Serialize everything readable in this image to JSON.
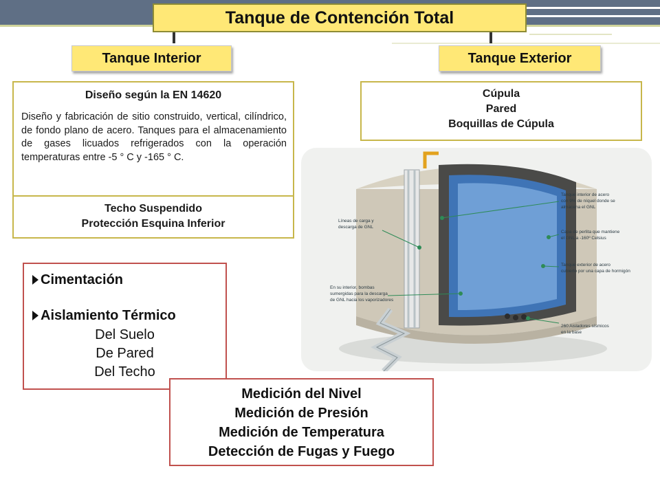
{
  "title": "Tanque de Contención Total",
  "inner": {
    "header": "Tanque Interior",
    "design_title": "Diseño según la EN 14620",
    "design_text": "Diseño y fabricación de sitio construido, vertical, cilíndrico, de fondo plano de acero. Tanques para el almacenamiento de gases licuados refrigerados con la operación temperaturas entre -5 ° C y -165 ° C.",
    "features": [
      "Techo Suspendido",
      "Protección Esquina Inferior"
    ]
  },
  "outer": {
    "header": "Tanque Exterior",
    "parts": [
      "Cúpula",
      "Pared",
      "Boquillas de Cúpula"
    ]
  },
  "foundation": {
    "bullets": [
      "Cimentación",
      "Aislamiento Térmico"
    ],
    "insulation_items": [
      "Del Suelo",
      "De Pared",
      "Del Techo"
    ]
  },
  "measurements": [
    "Medición del Nivel",
    "Medición de Presión",
    "Medición de Temperatura",
    "Detección de Fugas y Fuego"
  ],
  "illustration": {
    "labels": {
      "inner_steel_1": "Tanque interior de acero",
      "inner_steel_2": "con 9% de níquel donde se",
      "inner_steel_3": "almacena el GNL",
      "perlite_1": "Capa de perlita que mantiene",
      "perlite_2": "el GNL a -160º Celsius",
      "outer_steel_1": "Tanque exterior de acero",
      "outer_steel_2": "cubierto por una capa de hormigón",
      "lines_1": "Líneas de carga y",
      "lines_2": "descarga de GNL",
      "pumps_1": "En su interior, bombas",
      "pumps_2": "sumergidas para la descarga",
      "pumps_3": "de GNL hacia los vaporizadores",
      "isolators_1": "260 Aisladores sísmicos",
      "isolators_2": "en la base"
    }
  },
  "colors": {
    "header_fill": "#ffe876",
    "box_border": "#c7b64a",
    "red_border": "#c0504d",
    "top_bar": "#5f6f85",
    "callout": "#2e8b57"
  }
}
